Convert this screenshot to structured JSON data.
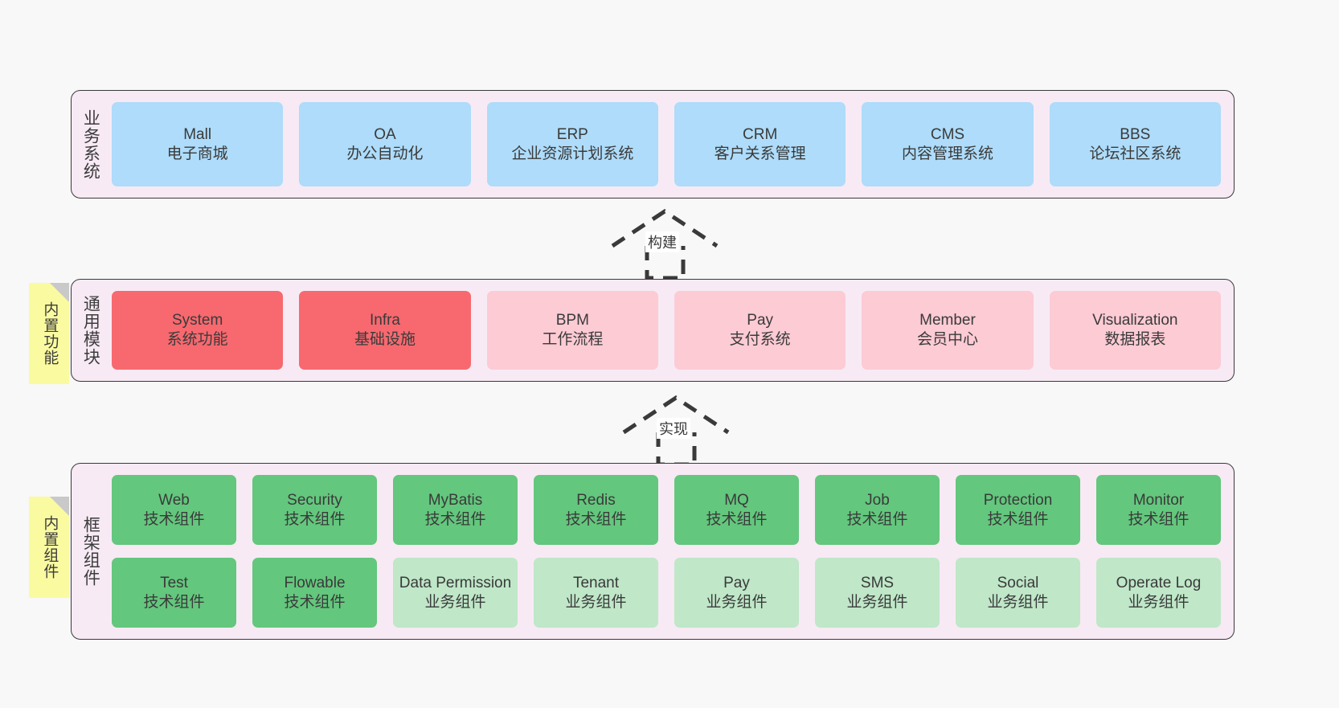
{
  "diagram": {
    "background_color": "#F8F8F8",
    "panel_color": "#F7EAF4",
    "note_color": "#FAFAA0"
  },
  "layers": [
    {
      "id": "business-systems",
      "title": "业务系统",
      "cards": [
        {
          "en": "Mall",
          "cn": "电子商城",
          "color": "#AEDCFA",
          "variant": "c-blue"
        },
        {
          "en": "OA",
          "cn": "办公自动化",
          "color": "#AEDCFA",
          "variant": "c-blue"
        },
        {
          "en": "ERP",
          "cn": "企业资源计划系统",
          "color": "#AEDCFA",
          "variant": "c-blue"
        },
        {
          "en": "CRM",
          "cn": "客户关系管理",
          "color": "#AEDCFA",
          "variant": "c-blue"
        },
        {
          "en": "CMS",
          "cn": "内容管理系统",
          "color": "#AEDCFA",
          "variant": "c-blue"
        },
        {
          "en": "BBS",
          "cn": "论坛社区系统",
          "color": "#AEDCFA",
          "variant": "c-blue"
        }
      ]
    },
    {
      "id": "common-modules",
      "title": "通用模块",
      "note": "内置功能",
      "cards": [
        {
          "en": "System",
          "cn": "系统功能",
          "color": "#F7696F",
          "variant": "c-red"
        },
        {
          "en": "Infra",
          "cn": "基础设施",
          "color": "#F7696F",
          "variant": "c-red"
        },
        {
          "en": "BPM",
          "cn": "工作流程",
          "color": "#FCCBD4",
          "variant": "c-pink"
        },
        {
          "en": "Pay",
          "cn": "支付系统",
          "color": "#FCCBD4",
          "variant": "c-pink"
        },
        {
          "en": "Member",
          "cn": "会员中心",
          "color": "#FCCBD4",
          "variant": "c-pink"
        },
        {
          "en": "Visualization",
          "cn": "数据报表",
          "color": "#FCCBD4",
          "variant": "c-pink"
        }
      ]
    },
    {
      "id": "framework-components",
      "title": "框架组件",
      "note": "内置组件",
      "cards": [
        {
          "en": "Web",
          "cn": "技术组件",
          "color": "#63C77D",
          "variant": "c-green"
        },
        {
          "en": "Security",
          "cn": "技术组件",
          "color": "#63C77D",
          "variant": "c-green"
        },
        {
          "en": "MyBatis",
          "cn": "技术组件",
          "color": "#63C77D",
          "variant": "c-green"
        },
        {
          "en": "Redis",
          "cn": "技术组件",
          "color": "#63C77D",
          "variant": "c-green"
        },
        {
          "en": "MQ",
          "cn": "技术组件",
          "color": "#63C77D",
          "variant": "c-green"
        },
        {
          "en": "Job",
          "cn": "技术组件",
          "color": "#63C77D",
          "variant": "c-green"
        },
        {
          "en": "Protection",
          "cn": "技术组件",
          "color": "#63C77D",
          "variant": "c-green"
        },
        {
          "en": "Monitor",
          "cn": "技术组件",
          "color": "#63C77D",
          "variant": "c-green"
        },
        {
          "en": "Test",
          "cn": "技术组件",
          "color": "#63C77D",
          "variant": "c-green"
        },
        {
          "en": "Flowable",
          "cn": "技术组件",
          "color": "#63C77D",
          "variant": "c-green"
        },
        {
          "en": "Data Permission",
          "cn": "业务组件",
          "color": "#BFE7C8",
          "variant": "c-lightgreen"
        },
        {
          "en": "Tenant",
          "cn": "业务组件",
          "color": "#BFE7C8",
          "variant": "c-lightgreen"
        },
        {
          "en": "Pay",
          "cn": "业务组件",
          "color": "#BFE7C8",
          "variant": "c-lightgreen"
        },
        {
          "en": "SMS",
          "cn": "业务组件",
          "color": "#BFE7C8",
          "variant": "c-lightgreen"
        },
        {
          "en": "Social",
          "cn": "业务组件",
          "color": "#BFE7C8",
          "variant": "c-lightgreen"
        },
        {
          "en": "Operate Log",
          "cn": "业务组件",
          "color": "#BFE7C8",
          "variant": "c-lightgreen"
        }
      ]
    }
  ],
  "connectors": [
    {
      "id": "build",
      "label": "构建",
      "style": "dashed-generalization",
      "direction": "up"
    },
    {
      "id": "implement",
      "label": "实现",
      "style": "dashed-generalization",
      "direction": "up"
    }
  ]
}
